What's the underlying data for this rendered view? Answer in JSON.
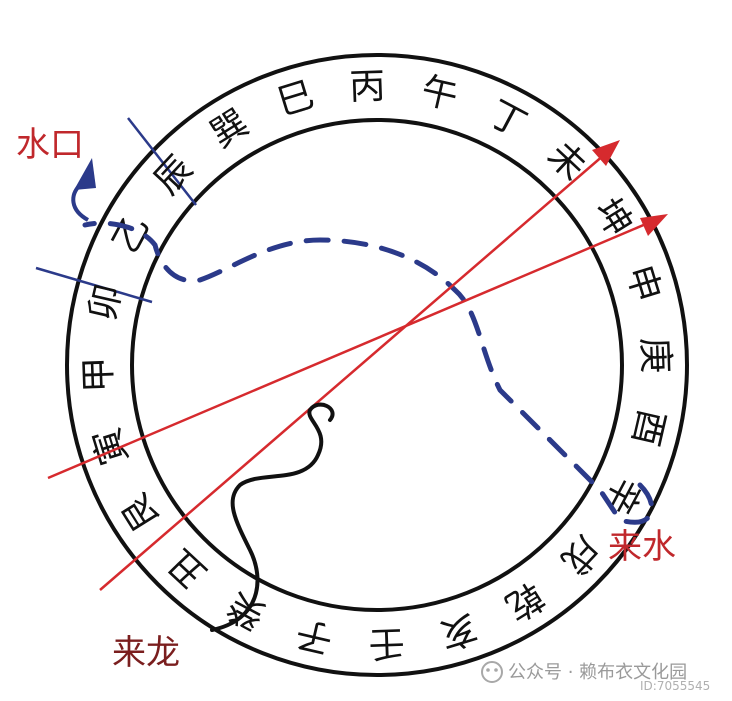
{
  "ring": {
    "mountains": [
      "巽",
      "巳",
      "丙",
      "午",
      "丁",
      "未",
      "坤",
      "申",
      "庚",
      "酉",
      "辛",
      "戌",
      "乾",
      "亥",
      "壬",
      "子",
      "癸",
      "丑",
      "艮",
      "寅",
      "甲",
      "卯",
      "乙",
      "辰"
    ]
  },
  "labels": {
    "water_outlet": "水口",
    "incoming_water": "来水",
    "incoming_dragon": "来龙"
  },
  "watermark": {
    "text": "公众号 · 赖布衣文化园",
    "id": "ID:7055545"
  },
  "colors": {
    "red": "#d62a2e",
    "navy": "#2b3a8a",
    "black": "#111111"
  }
}
